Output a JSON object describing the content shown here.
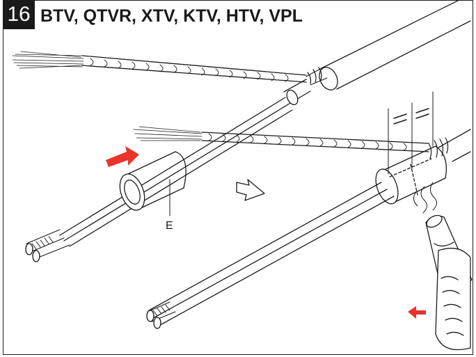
{
  "step": {
    "number": "16",
    "title": "BTV, QTVR, XTV, KTV, HTV, VPL"
  },
  "labels": {
    "sleeve": "E"
  },
  "colors": {
    "accent_arrow": "#e8342a",
    "line": "#1a1a1a",
    "badge_bg": "#1a1a1a"
  },
  "icons": {
    "push_arrow": "push-arrow-icon",
    "next_arrow": "next-step-arrow-icon",
    "heat_gun": "heat-gun-icon",
    "equal_marks": "equal-length-icon"
  }
}
